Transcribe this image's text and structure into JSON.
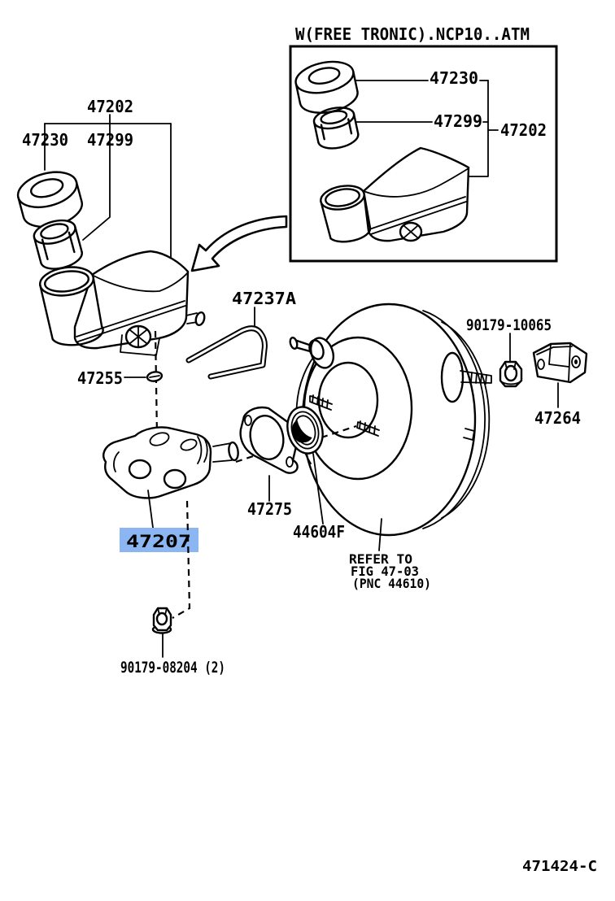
{
  "header": {
    "variant_note": "W(FREE TRONIC).NCP10..ATM"
  },
  "footer": {
    "figure_code": "471424-C"
  },
  "selected_part": "47207",
  "colors": {
    "line": "#000000",
    "background": "#ffffff",
    "highlight_bg": "#8cb6f2",
    "highlight_text": "#1d3c9b"
  },
  "inset": {
    "cap": "47230",
    "strainer": "47299",
    "reservoir_assy": "47202"
  },
  "main": {
    "reservoir_assy": "47202",
    "cap": "47230",
    "strainer": "47299",
    "clamp": "47237A",
    "grommet": "47255",
    "master_cylinder": "47207",
    "gasket": "47275",
    "seal": "44604F",
    "booster_nut": "90179-10065",
    "bracket": "47264",
    "cylinder_nut": "90179-08204 (2)",
    "booster_ref": {
      "line1": "REFER TO",
      "line2": "FIG 47-03",
      "line3": "(PNC 44610)"
    }
  }
}
